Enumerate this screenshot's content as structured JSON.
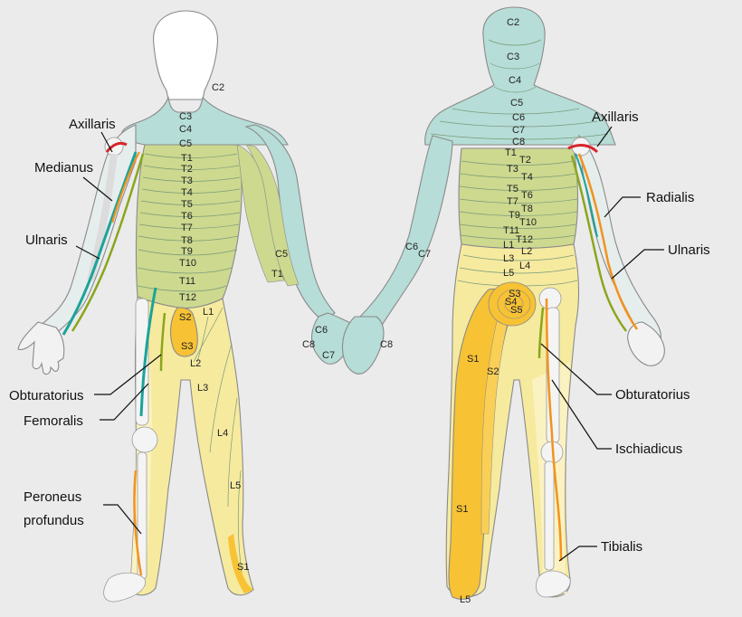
{
  "colors": {
    "background": "#ebebec",
    "cervical": "#b6ddd7",
    "thoracic": "#ccd98f",
    "lumbar": "#f6ea9f",
    "lumbar_light": "#fbf2c2",
    "sacral": "#f7c234",
    "bone": "#f4f4f4",
    "nerve_teal": "#1aa39a",
    "nerve_orange": "#f2931d",
    "nerve_olive": "#8aa61c",
    "nerve_red": "#d6262b"
  },
  "front": {
    "segments": {
      "c2": "C2",
      "c3": "C3",
      "c4": "C4",
      "c5": "C5",
      "t1": "T1",
      "t2": "T2",
      "t3": "T3",
      "t4": "T4",
      "t5": "T5",
      "t6": "T6",
      "t7": "T7",
      "t8": "T8",
      "t9": "T9",
      "t10": "T10",
      "t11": "T11",
      "t12": "T12",
      "s2": "S2",
      "s3": "S3",
      "l1": "L1",
      "l2": "L2",
      "l3": "L3",
      "l4": "L4",
      "l5": "L5",
      "s1": "S1",
      "arm_c5": "C5",
      "arm_t1": "T1",
      "hand_c6": "C6",
      "hand_c7": "C7",
      "hand_c8": "C8"
    },
    "nerves": {
      "axillaris": "Axillaris",
      "medianus": "Medianus",
      "ulnaris": "Ulnaris",
      "obturatorius": "Obturatorius",
      "femoralis": "Femoralis",
      "peroneus_1": "Peroneus",
      "peroneus_2": "profundus"
    }
  },
  "back": {
    "segments": {
      "c2": "C2",
      "c3": "C3",
      "c4": "C4",
      "c5": "C5",
      "c6": "C6",
      "c7": "C7",
      "c8": "C8",
      "t1": "T1",
      "t2": "T2",
      "t3": "T3",
      "t4": "T4",
      "t5": "T5",
      "t6": "T6",
      "t7": "T7",
      "t8": "T8",
      "t9": "T9",
      "t10": "T10",
      "t11": "T11",
      "t12": "T12",
      "l1": "L1",
      "l2": "L2",
      "l3": "L3",
      "l4": "L4",
      "l5": "L5",
      "s3": "S3",
      "s4": "S4",
      "s5": "S5",
      "s1": "S1",
      "s2": "S2",
      "s1_calf": "S1",
      "l5_foot": "L5",
      "arm_c6": "C6",
      "arm_c7": "C7",
      "hand_c8": "C8"
    },
    "nerves": {
      "axillaris": "Axillaris",
      "radialis": "Radialis",
      "ulnaris": "Ulnaris",
      "obturatorius": "Obturatorius",
      "ischiadicus": "Ischiadicus",
      "tibialis": "Tibialis"
    }
  }
}
